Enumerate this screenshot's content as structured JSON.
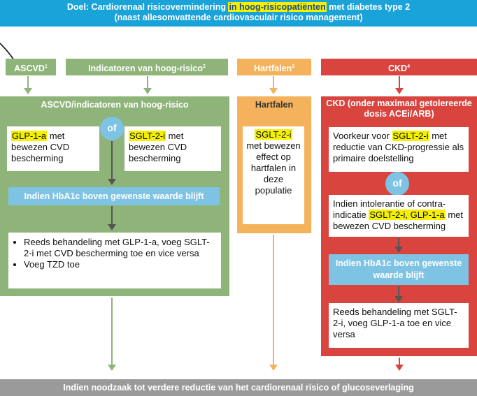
{
  "goal": {
    "line1_pre": "Doel: Cardiorenaal risicovermindering ",
    "line1_highlight": "in hoog-risicopatiënten",
    "line1_post": " met diabetes type 2",
    "line2": "(naast allesomvattende cardiovasculair risico management)"
  },
  "headers": {
    "ascvd": "ASCVD",
    "ascvd_sup": "1",
    "indicators": "Indicatoren van hoog-risico",
    "indicators_sup": "2",
    "hartfalen": "Hartfalen",
    "hartfalen_sup": "3",
    "ckd": "CKD",
    "ckd_sup": "4"
  },
  "ascvd_panel": {
    "title": "ASCVD/indicatoren van hoog-risico",
    "box_left_hl": "GLP-1-a",
    "box_left_rest1": " met",
    "box_left_rest2": "bewezen CVD bescherming",
    "or_label": "of",
    "box_right_hl": "SGLT-2-i",
    "box_right_rest1": " met",
    "box_right_rest2": "bewezen CVD bescherming",
    "hba1c": "Indien HbA1c boven gewenste waarde blijft",
    "list": [
      "Reeds behandeling met GLP-1-a, voeg SGLT-2-i met CVD bescherming toe en vice versa",
      "Voeg TZD toe"
    ]
  },
  "hartfalen_panel": {
    "title": "Hartfalen",
    "box_hl": "SGLT-2-i",
    "box_rest": "met bewezen effect op hartfalen in deze populatie"
  },
  "ckd_panel": {
    "title": "CKD (onder maximaal getolereerde dosis ACEi/ARB)",
    "box1_pre": "Voorkeur voor ",
    "box1_hl": "SGLT-2-i",
    "box1_post": " met reductie van CKD-progressie als primaire doelstelling",
    "or_label": "of",
    "box2_pre": "Indien intolerantie of contra-indicatie ",
    "box2_hl": "SGLT-2-i, GLP-1-a",
    "box2_post": " met bewezen CVD bescherming",
    "hba1c": "Indien HbA1c boven gewenste waarde blijft",
    "box3": "Reeds behandeling met SGLT-2-i, voeg GLP-1-a toe en vice versa"
  },
  "bottom": {
    "text": "Indien noodzaak tot verdere reductie van het cardiorenaal risico of glucoseverlaging"
  },
  "colors": {
    "top_bar": "#1aa3d9",
    "green": "#8fb47a",
    "orange": "#f5b25c",
    "red": "#d9443f",
    "light_blue": "#7ec3e4",
    "grey": "#9a9a9a",
    "highlight": "#f4f000"
  }
}
